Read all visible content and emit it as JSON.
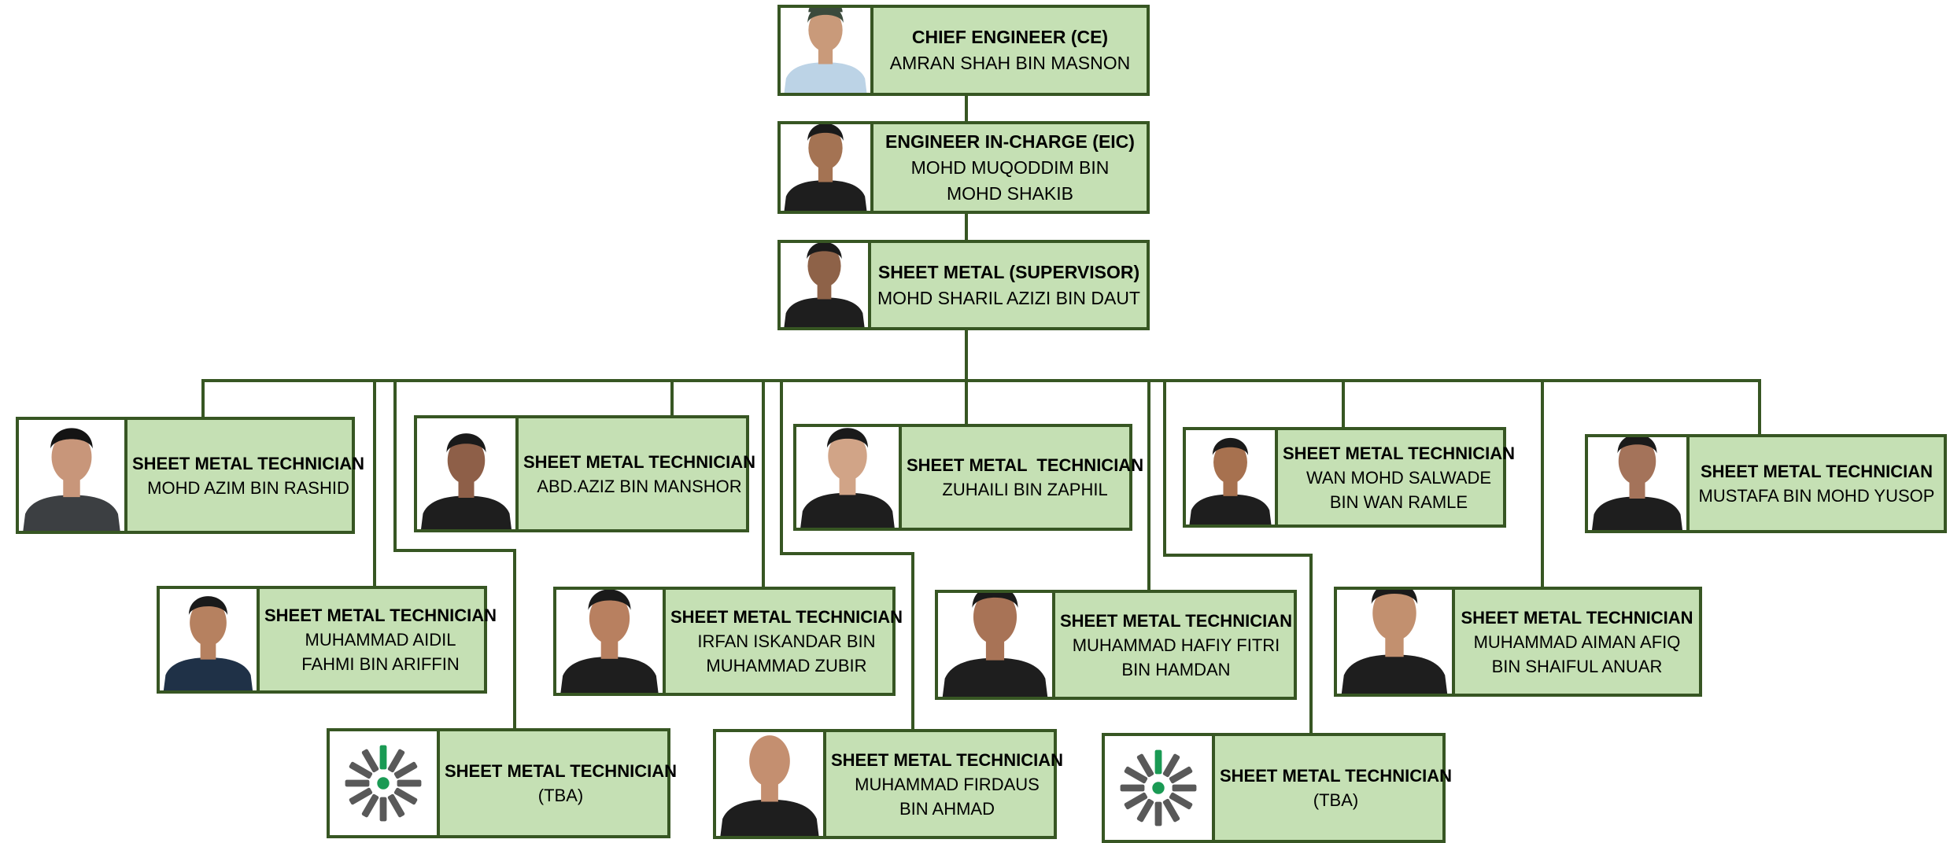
{
  "colors": {
    "line": "#375623",
    "card_fill": "#c5e0b4",
    "tba_accent": "#1a9a54",
    "tba_petal": "#595959"
  },
  "chief": {
    "role": "CHIEF ENGINEER (CE)",
    "name": "AMRAN SHAH BIN MASNON"
  },
  "eic": {
    "role": "ENGINEER IN-CHARGE (EIC)",
    "name": "MOHD MUQODDIM BIN\nMOHD SHAKIB"
  },
  "supervisor": {
    "role": "SHEET METAL (SUPERVISOR)",
    "name": "MOHD SHARIL AZIZI BIN DAUT"
  },
  "technicians": [
    {
      "role": "SHEET METAL TECHNICIAN",
      "name": "MOHD AZIM BIN RASHID"
    },
    {
      "role": "SHEET METAL TECHNICIAN",
      "name": "ABD.AZIZ BIN MANSHOR"
    },
    {
      "role": "SHEET METAL  TECHNICIAN",
      "name": "ZUHAILI BIN ZAPHIL"
    },
    {
      "role": "SHEET METAL TECHNICIAN",
      "name": "WAN MOHD SALWADE\nBIN WAN RAMLE"
    },
    {
      "role": "SHEET METAL TECHNICIAN",
      "name": "MUSTAFA BIN MOHD  YUSOP"
    },
    {
      "role": "SHEET METAL TECHNICIAN",
      "name": "MUHAMMAD AIDIL\nFAHMI BIN ARIFFIN"
    },
    {
      "role": "SHEET METAL TECHNICIAN",
      "name": "IRFAN ISKANDAR BIN\nMUHAMMAD ZUBIR"
    },
    {
      "role": "SHEET METAL TECHNICIAN",
      "name": "MUHAMMAD HAFIY FITRI\nBIN HAMDAN"
    },
    {
      "role": "SHEET METAL TECHNICIAN",
      "name": "MUHAMMAD AIMAN AFIQ\nBIN SHAIFUL ANUAR"
    },
    {
      "role": "SHEET METAL TECHNICIAN",
      "name": "(TBA)"
    },
    {
      "role": "SHEET METAL TECHNICIAN",
      "name": "MUHAMMAD FIRDAUS\nBIN AHMAD"
    },
    {
      "role": "SHEET METAL TECHNICIAN",
      "name": "(TBA)"
    }
  ]
}
